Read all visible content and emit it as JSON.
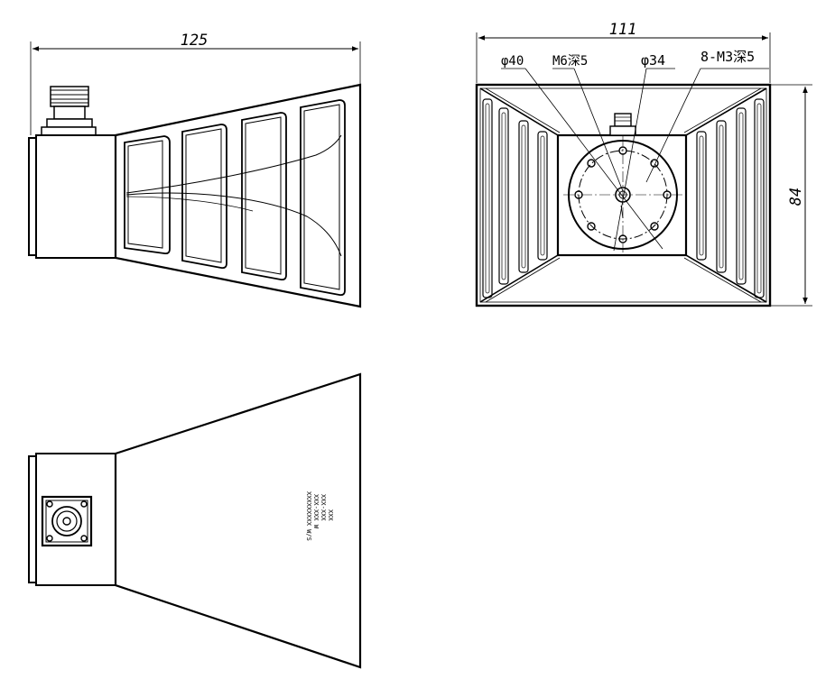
{
  "side_view": {
    "dimension_length": "125"
  },
  "front_view": {
    "dimension_width": "111",
    "dimension_height": "84",
    "callout_phi40": "φ40",
    "callout_m6": "M6深5",
    "callout_phi34": "φ34",
    "callout_m3": "8-M3深5"
  },
  "top_view": {
    "label_lines": [
      "XXXXXXXXX  W/S",
      "XXX-XXX  W",
      "XXX-XXX",
      "XXX"
    ]
  }
}
